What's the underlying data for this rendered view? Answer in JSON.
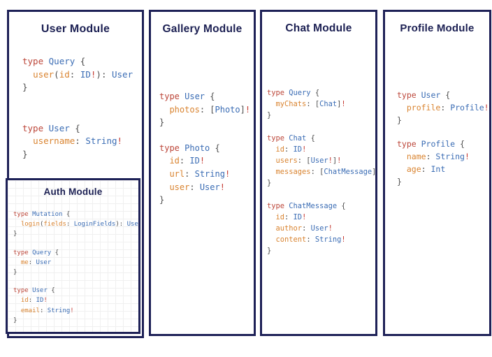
{
  "colors": {
    "border": "#1e2157",
    "title": "#1c2053",
    "keyword": "#bc4639",
    "type": "#3a6cb4",
    "field": "#d9832f",
    "bang": "#c53b33",
    "punct": "#4d4d4d"
  },
  "panels": [
    {
      "id": "user-module",
      "title": "User Module",
      "blocks": [
        {
          "lines": [
            [
              [
                "k",
                "type "
              ],
              [
                "t",
                "Query"
              ],
              [
                "p",
                " {"
              ]
            ],
            [
              [
                "p",
                "  "
              ],
              [
                "f",
                "user"
              ],
              [
                "p",
                "("
              ],
              [
                "f",
                "id"
              ],
              [
                "p",
                ": "
              ],
              [
                "t",
                "ID"
              ],
              [
                "b",
                "!"
              ],
              [
                "p",
                "): "
              ],
              [
                "t",
                "User"
              ]
            ],
            [
              [
                "p",
                "}"
              ]
            ]
          ]
        },
        {
          "lines": [
            [
              [
                "k",
                "type "
              ],
              [
                "t",
                "User"
              ],
              [
                "p",
                " {"
              ]
            ],
            [
              [
                "p",
                "  "
              ],
              [
                "f",
                "username"
              ],
              [
                "p",
                ": "
              ],
              [
                "t",
                "String"
              ],
              [
                "b",
                "!"
              ]
            ],
            [
              [
                "p",
                "}"
              ]
            ]
          ]
        }
      ]
    },
    {
      "id": "gallery-module",
      "title": "Gallery Module",
      "blocks": [
        {
          "lines": [
            [
              [
                "k",
                "type "
              ],
              [
                "t",
                "User"
              ],
              [
                "p",
                " {"
              ]
            ],
            [
              [
                "p",
                "  "
              ],
              [
                "f",
                "photos"
              ],
              [
                "p",
                ": ["
              ],
              [
                "t",
                "Photo"
              ],
              [
                "p",
                "]"
              ],
              [
                "b",
                "!"
              ]
            ],
            [
              [
                "p",
                "}"
              ]
            ]
          ]
        },
        {
          "lines": [
            [
              [
                "k",
                "type "
              ],
              [
                "t",
                "Photo"
              ],
              [
                "p",
                " {"
              ]
            ],
            [
              [
                "p",
                "  "
              ],
              [
                "f",
                "id"
              ],
              [
                "p",
                ": "
              ],
              [
                "t",
                "ID"
              ],
              [
                "b",
                "!"
              ]
            ],
            [
              [
                "p",
                "  "
              ],
              [
                "f",
                "url"
              ],
              [
                "p",
                ": "
              ],
              [
                "t",
                "String"
              ],
              [
                "b",
                "!"
              ]
            ],
            [
              [
                "p",
                "  "
              ],
              [
                "f",
                "user"
              ],
              [
                "p",
                ": "
              ],
              [
                "t",
                "User"
              ],
              [
                "b",
                "!"
              ]
            ],
            [
              [
                "p",
                "}"
              ]
            ]
          ]
        }
      ]
    },
    {
      "id": "chat-module",
      "title": "Chat Module",
      "blocks": [
        {
          "lines": [
            [
              [
                "k",
                "type "
              ],
              [
                "t",
                "Query"
              ],
              [
                "p",
                " {"
              ]
            ],
            [
              [
                "p",
                "  "
              ],
              [
                "f",
                "myChats"
              ],
              [
                "p",
                ": ["
              ],
              [
                "t",
                "Chat"
              ],
              [
                "p",
                "]"
              ],
              [
                "b",
                "!"
              ]
            ],
            [
              [
                "p",
                "}"
              ]
            ]
          ]
        },
        {
          "lines": [
            [
              [
                "k",
                "type "
              ],
              [
                "t",
                "Chat"
              ],
              [
                "p",
                " {"
              ]
            ],
            [
              [
                "p",
                "  "
              ],
              [
                "f",
                "id"
              ],
              [
                "p",
                ": "
              ],
              [
                "t",
                "ID"
              ],
              [
                "b",
                "!"
              ]
            ],
            [
              [
                "p",
                "  "
              ],
              [
                "f",
                "users"
              ],
              [
                "p",
                ": ["
              ],
              [
                "t",
                "User"
              ],
              [
                "b",
                "!"
              ],
              [
                "p",
                "]"
              ],
              [
                "b",
                "!"
              ]
            ],
            [
              [
                "p",
                "  "
              ],
              [
                "f",
                "messages"
              ],
              [
                "p",
                ": ["
              ],
              [
                "t",
                "ChatMessage"
              ],
              [
                "p",
                "]"
              ],
              [
                "b",
                "!"
              ]
            ],
            [
              [
                "p",
                "}"
              ]
            ]
          ]
        },
        {
          "lines": [
            [
              [
                "k",
                "type "
              ],
              [
                "t",
                "ChatMessage"
              ],
              [
                "p",
                " {"
              ]
            ],
            [
              [
                "p",
                "  "
              ],
              [
                "f",
                "id"
              ],
              [
                "p",
                ": "
              ],
              [
                "t",
                "ID"
              ],
              [
                "b",
                "!"
              ]
            ],
            [
              [
                "p",
                "  "
              ],
              [
                "f",
                "author"
              ],
              [
                "p",
                ": "
              ],
              [
                "t",
                "User"
              ],
              [
                "b",
                "!"
              ]
            ],
            [
              [
                "p",
                "  "
              ],
              [
                "f",
                "content"
              ],
              [
                "p",
                ": "
              ],
              [
                "t",
                "String"
              ],
              [
                "b",
                "!"
              ]
            ],
            [
              [
                "p",
                "}"
              ]
            ]
          ]
        }
      ]
    },
    {
      "id": "profile-module",
      "title": "Profile Module",
      "blocks": [
        {
          "lines": [
            [
              [
                "k",
                "type "
              ],
              [
                "t",
                "User"
              ],
              [
                "p",
                " {"
              ]
            ],
            [
              [
                "p",
                "  "
              ],
              [
                "f",
                "profile"
              ],
              [
                "p",
                ": "
              ],
              [
                "t",
                "Profile"
              ],
              [
                "b",
                "!"
              ]
            ],
            [
              [
                "p",
                "}"
              ]
            ]
          ]
        },
        {
          "lines": [
            [
              [
                "k",
                "type "
              ],
              [
                "t",
                "Profile"
              ],
              [
                "p",
                " {"
              ]
            ],
            [
              [
                "p",
                "  "
              ],
              [
                "f",
                "name"
              ],
              [
                "p",
                ": "
              ],
              [
                "t",
                "String"
              ],
              [
                "b",
                "!"
              ]
            ],
            [
              [
                "p",
                "  "
              ],
              [
                "f",
                "age"
              ],
              [
                "p",
                ": "
              ],
              [
                "t",
                "Int"
              ]
            ],
            [
              [
                "p",
                "}"
              ]
            ]
          ]
        }
      ]
    },
    {
      "id": "auth-module",
      "title": "Auth Module",
      "blocks": [
        {
          "lines": [
            [
              [
                "k",
                "type "
              ],
              [
                "t",
                "Mutation"
              ],
              [
                "p",
                " {"
              ]
            ],
            [
              [
                "p",
                "  "
              ],
              [
                "f",
                "login"
              ],
              [
                "p",
                "("
              ],
              [
                "f",
                "fields"
              ],
              [
                "p",
                ": "
              ],
              [
                "t",
                "LoginFields"
              ],
              [
                "p",
                "): "
              ],
              [
                "t",
                "User"
              ]
            ],
            [
              [
                "p",
                "}"
              ]
            ]
          ]
        },
        {
          "lines": [
            [
              [
                "k",
                "type "
              ],
              [
                "t",
                "Query"
              ],
              [
                "p",
                " {"
              ]
            ],
            [
              [
                "p",
                "  "
              ],
              [
                "f",
                "me"
              ],
              [
                "p",
                ": "
              ],
              [
                "t",
                "User"
              ]
            ],
            [
              [
                "p",
                "}"
              ]
            ]
          ]
        },
        {
          "lines": [
            [
              [
                "k",
                "type "
              ],
              [
                "t",
                "User"
              ],
              [
                "p",
                " {"
              ]
            ],
            [
              [
                "p",
                "  "
              ],
              [
                "f",
                "id"
              ],
              [
                "p",
                ": "
              ],
              [
                "t",
                "ID"
              ],
              [
                "b",
                "!"
              ]
            ],
            [
              [
                "p",
                "  "
              ],
              [
                "f",
                "email"
              ],
              [
                "p",
                ": "
              ],
              [
                "t",
                "String"
              ],
              [
                "b",
                "!"
              ]
            ],
            [
              [
                "p",
                "}"
              ]
            ]
          ]
        }
      ]
    }
  ]
}
